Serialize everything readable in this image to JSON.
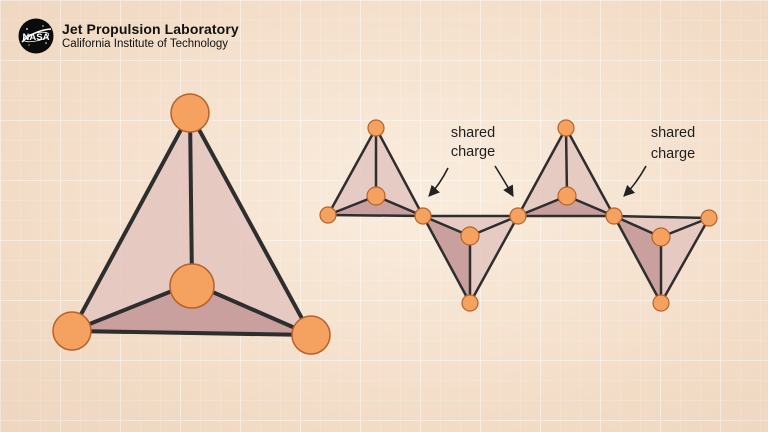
{
  "header": {
    "logo": "NASA meatball logo",
    "logo_text": "NASA",
    "title": "Jet Propulsion Laboratory",
    "subtitle": "California Institute of Technology"
  },
  "labels": {
    "shared_charge_1": [
      "shared",
      "charge"
    ],
    "shared_charge_2": [
      "shared",
      "charge"
    ]
  },
  "colors": {
    "background": "#f4dfca",
    "atom_fill": "#f5a261",
    "atom_stroke": "#b8612a",
    "edge": "#2e2e2e",
    "face_light": "#e0c2bc",
    "face_dark": "#c9a19e"
  }
}
